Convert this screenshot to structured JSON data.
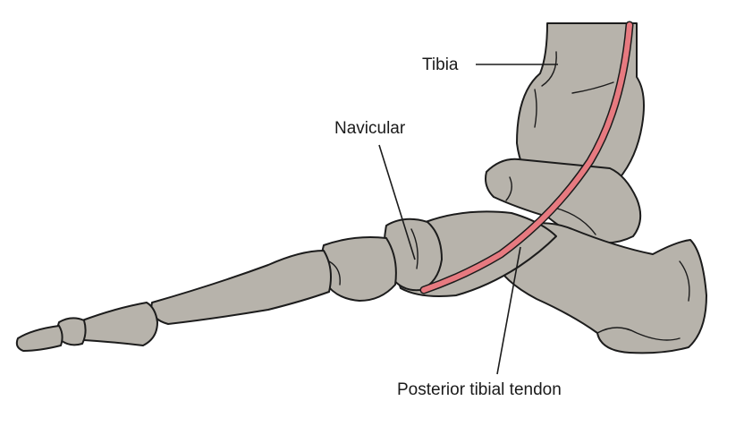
{
  "labels": {
    "tibia": "Tibia",
    "navicular": "Navicular",
    "posterior_tibial_tendon": "Posterior tibial tendon"
  },
  "colors": {
    "bone": "#b7b3ab",
    "bone_shadow": "#a29d94",
    "outline": "#1c1c1c",
    "tendon": "#e77a80",
    "tendon_light": "#f3b9bb",
    "background": "#ffffff"
  }
}
